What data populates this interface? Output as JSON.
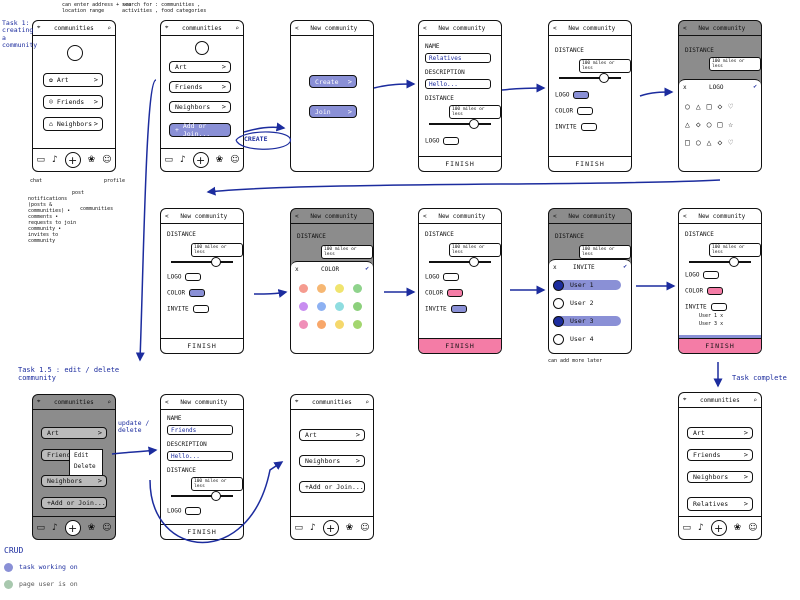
{
  "annotations": {
    "address_note": "can enter address + see location range",
    "search_note": "search for : communities , activities , food categories",
    "task1": "Task 1: creating a community",
    "task15": "Task 1.5 : edit / delete community",
    "chat": "chat",
    "notification": "notifications (posts & communities) • comments • requests to join community • invites to community",
    "post": "post",
    "communities": "communities",
    "profile": "profile",
    "create_label": "CREATE",
    "update_label": "update / delete",
    "can_add_more": "can add more later",
    "task_complete": "Task complete"
  },
  "legend": {
    "title": "CRUD",
    "items": [
      {
        "label": "task working on",
        "color": "#8a90d6"
      },
      {
        "label": "page user is on",
        "color": "#a8c8ae"
      }
    ]
  },
  "communities_screen": {
    "title": "communities",
    "items": [
      "Art",
      "Friends",
      "Neighbors"
    ],
    "add_join": "Add or Join...",
    "add_join_alt": "+Add or Join..."
  },
  "new_community": {
    "title": "New community",
    "create": "Create",
    "join": "Join",
    "name_label": "NAME",
    "name_value": "Relatives",
    "name_value_edit": "Friends",
    "description_label": "DESCRIPTION",
    "description_value": "Hello...",
    "distance_label": "DISTANCE",
    "miles": "100 miles or less",
    "logo_label": "LOGO",
    "color_label": "COLOR",
    "invite_label": "INVITE",
    "finish": "FINISH",
    "logo_sheet_title": "LOGO",
    "color_sheet_title": "COLOR",
    "invite_sheet_title": "INVITE",
    "users": [
      "User 1",
      "User 2",
      "User 3",
      "User 4"
    ],
    "invited": [
      "User 1 x",
      "User 3 x"
    ]
  },
  "edit_menu": {
    "edit": "Edit",
    "delete": "Delete"
  },
  "final_screen": {
    "relatives": "Relatives"
  },
  "colors": {
    "ink": "#111111",
    "pen_blue": "#1c2c9e",
    "highlight_blue": "#8a90d6",
    "highlight_green": "#a8c8ae",
    "finish_pink": "#f47ca6",
    "swatches": [
      "#f59b8f",
      "#f6b773",
      "#f0e46f",
      "#8fd38c",
      "#c88df0",
      "#8db1f2",
      "#8fdde0",
      "#8cd07c",
      "#f08fb8",
      "#f8a76a",
      "#f5d86c",
      "#a3d66f"
    ]
  }
}
